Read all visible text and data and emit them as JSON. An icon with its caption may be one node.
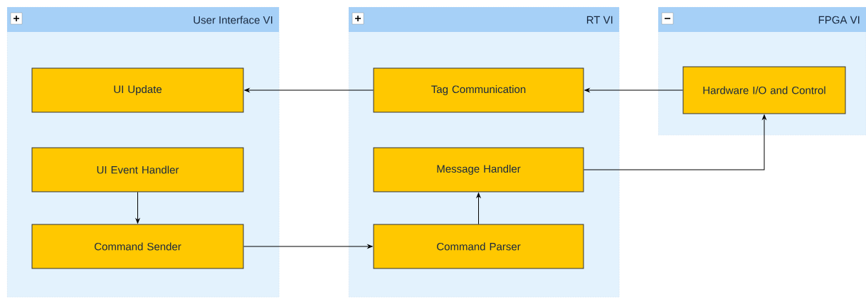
{
  "diagram": {
    "nodes": [
      {
        "text": [
          "User Interface VI"
        ]
      },
      {
        "text": [
          "UI Update"
        ],
        "in": 0
      },
      {
        "text": [
          "UI Event Handler"
        ],
        "in": 0
      },
      {
        "text": [
          "Command Sender"
        ],
        "in": 0
      },
      {
        "text": [
          "RT VI"
        ]
      },
      {
        "text": [
          "Tag Communication"
        ],
        "in": 4
      },
      {
        "text": [
          "Message Handler"
        ],
        "in": 4
      },
      {
        "text": [
          "Command Parser"
        ],
        "in": 4
      },
      {
        "text": [
          "FPGA VI"
        ]
      },
      {
        "text": [
          "Hardware I/O and Control"
        ],
        "in": 8
      }
    ],
    "edges": [
      {
        "from": 5,
        "to": 1,
        "arrow": "to"
      },
      {
        "from": 9,
        "to": 5,
        "arrow": "to"
      },
      {
        "from": 2,
        "to": 3,
        "arrow": "to"
      },
      {
        "from": 3,
        "to": 7,
        "arrow": "to"
      },
      {
        "from": 7,
        "to": 6,
        "arrow": "to"
      },
      {
        "from": 6,
        "to": 9,
        "arrow": "to"
      }
    ]
  }
}
